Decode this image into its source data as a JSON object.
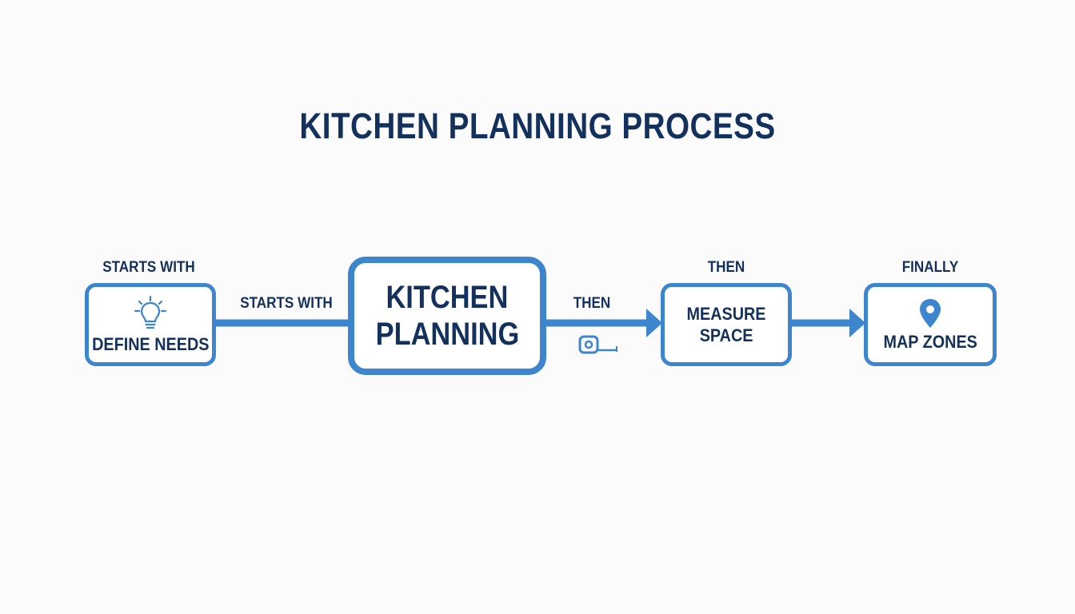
{
  "title": "KITCHEN PLANNING PROCESS",
  "colors": {
    "accent": "#3d85cc",
    "text": "#13315c",
    "background": "#fbfbfb"
  },
  "nodes": {
    "define": {
      "label": "DEFINE NEEDS",
      "caption": "STARTS WITH",
      "icon": "lightbulb-icon"
    },
    "center": {
      "line1": "KITCHEN",
      "line2": "PLANNING"
    },
    "measure": {
      "line1": "MEASURE",
      "line2": "SPACE",
      "caption": "THEN"
    },
    "map": {
      "label": "MAP ZONES",
      "caption": "FINALLY",
      "icon": "map-pin-icon"
    }
  },
  "edges": {
    "define_to_center": {
      "label": "STARTS WITH"
    },
    "center_to_measure": {
      "label": "THEN",
      "icon": "tape-measure-icon"
    },
    "measure_to_map": {
      "label": ""
    }
  }
}
